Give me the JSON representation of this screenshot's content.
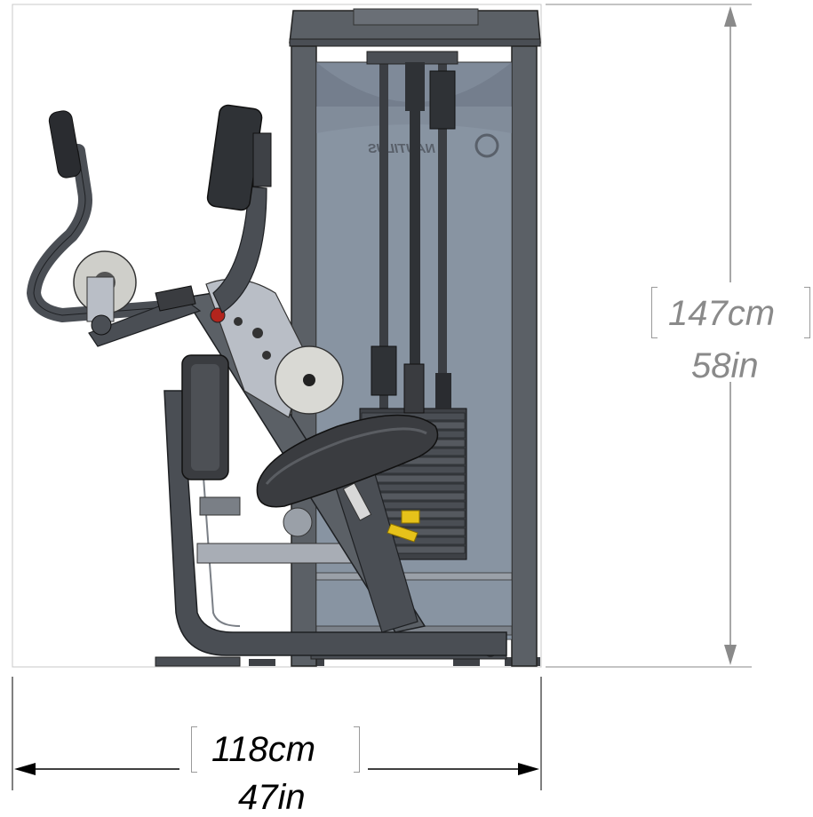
{
  "dimensions": {
    "height": {
      "metric": "147cm",
      "imperial": "58in"
    },
    "width": {
      "metric": "118cm",
      "imperial": "47in"
    }
  },
  "colors": {
    "frame": "#4a4e54",
    "frame_dark": "#2f3236",
    "shroud": "#7f8a99",
    "shroud_light": "#aab4c2",
    "pad": "#3a3c40",
    "accent_yellow": "#e6c21a",
    "accent_red": "#b3241d",
    "dimension_line": "#8a8a8a"
  },
  "machine": {
    "brand_logo": "nautilus-logo"
  }
}
